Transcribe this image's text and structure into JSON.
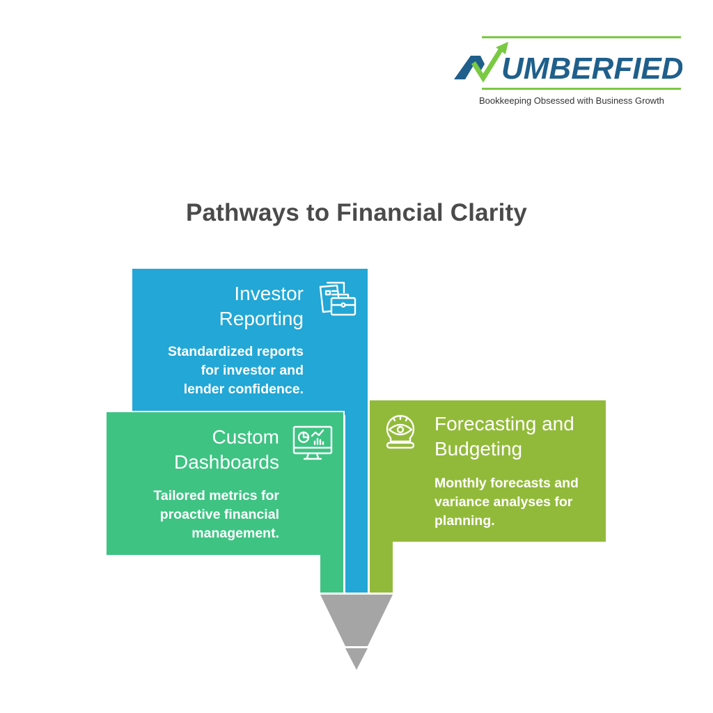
{
  "brand": {
    "name": "NUMBERFIED",
    "name_rest": "UMBERFIED",
    "tagline": "Bookkeeping Obsessed with Business Growth",
    "colors": {
      "navy": "#1f5f8b",
      "green": "#7ac943"
    }
  },
  "title": "Pathways to Financial Clarity",
  "pathways": [
    {
      "id": "investor-reporting",
      "heading_line1": "Investor",
      "heading_line2": "Reporting",
      "desc_line1": "Standardized reports",
      "desc_line2": "for investor and",
      "desc_line3": "lender confidence.",
      "icon": "documents-briefcase-icon",
      "color": "#22a7d6"
    },
    {
      "id": "custom-dashboards",
      "heading_line1": "Custom",
      "heading_line2": "Dashboards",
      "desc_line1": "Tailored metrics for",
      "desc_line2": "proactive financial",
      "desc_line3": "management.",
      "icon": "dashboard-monitor-icon",
      "color": "#3ec383"
    },
    {
      "id": "forecasting-budgeting",
      "heading_line1": "Forecasting and",
      "heading_line2": "Budgeting",
      "desc_line1": "Monthly forecasts and",
      "desc_line2": "variance analyses for",
      "desc_line3": "planning.",
      "icon": "crystal-ball-eye-icon",
      "color": "#92ba3a"
    }
  ],
  "funnel_color": "#a5a5a5"
}
